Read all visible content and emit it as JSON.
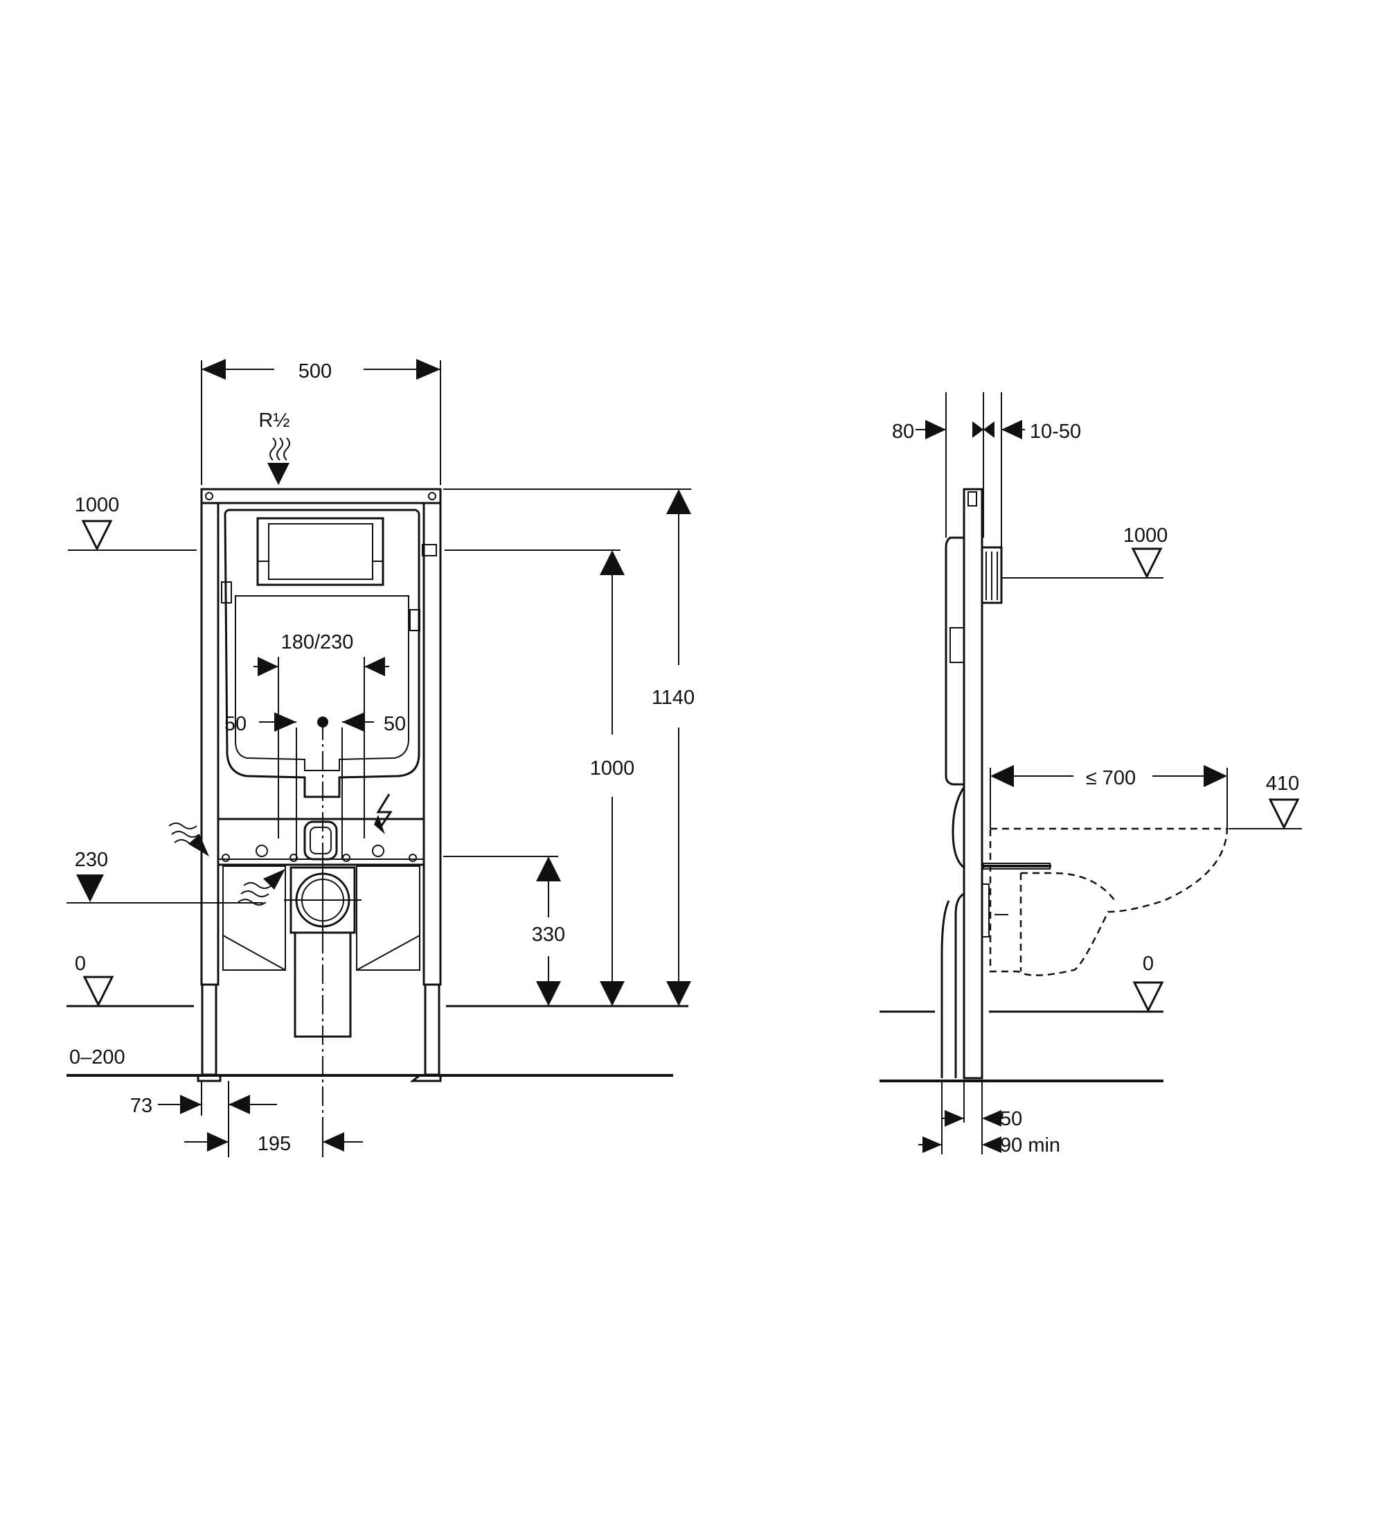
{
  "front_view": {
    "width_dim": "500",
    "water_connection": "R½",
    "level_1000_left": "1000",
    "level_230": "230",
    "level_0_left": "0",
    "floor_offset": "0–200",
    "flush_spacing": "180/230",
    "stud_left": "50",
    "stud_right": "50",
    "height_1140": "1140",
    "height_1000": "1000",
    "height_330": "330",
    "leg_offset": "73",
    "drain_offset": "195"
  },
  "side_view": {
    "depth_80": "80",
    "wall_10_50": "10-50",
    "level_1000_right": "1000",
    "bowl_700": "≤ 700",
    "level_410": "410",
    "level_0_right": "0",
    "dim_50": "50",
    "dim_90": "90 min"
  },
  "colors": {
    "line": "#111111",
    "background": "#ffffff"
  }
}
